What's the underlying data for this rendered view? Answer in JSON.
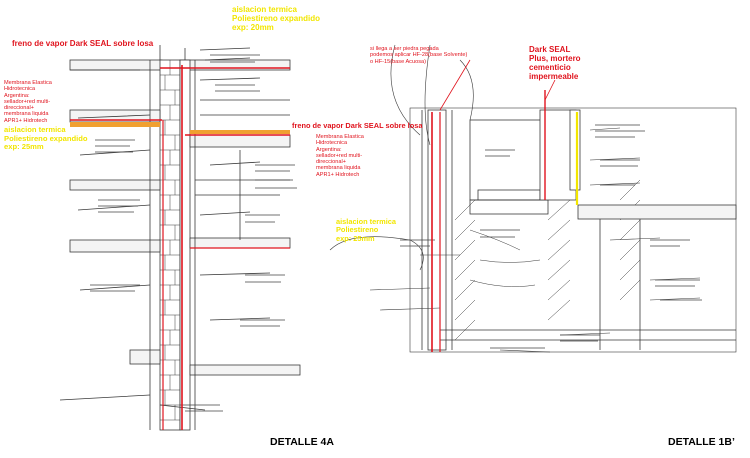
{
  "colors": {
    "annotation_red": "#e0141e",
    "annotation_yellow": "#f2e600",
    "insulation_orange": "#f0a030",
    "sketch_ink": "#3a3a3a",
    "paper": "#ffffff"
  },
  "detail_4a": {
    "title": "DETALLE 4A",
    "notes": {
      "vapor_barrier_top": "freno de vapor Dark SEAL sobre losa",
      "insulation_top": "aislacion termica\nPoliestireno expandido\nexp: 20mm",
      "membrane_left": "Membrana Elastica\nHidrotecnica\nArgentina:\nsellador+red multi-\ndireccional+\nmembrana liquida\nAPR1+ Hidrotech",
      "insulation_left": "aislacion termica\nPoliestireno expandido\nexp: 25mm",
      "vapor_barrier_mid": "freno de vapor Dark SEAL sobre losa",
      "membrane_mid": "Membrana Elastica\nHidrotecnica\nArgentina:\nsellador+red multi-\ndireccional+\nmembrana liquida\nAPR1+ Hidrotech",
      "insulation_bottom": "aislacion termica\nPoliestireno\nexp: 25mm"
    }
  },
  "detail_1b": {
    "title": "DETALLE 1B’",
    "notes": {
      "stone_note": "si llega a ser piedra pegada\npodemos aplicar HF-28(base Solvente)\no HF-15(base Acuosa)",
      "dark_seal": "Dark SEAL\nPlus, mortero\ncementicio\nimpermeable"
    }
  }
}
